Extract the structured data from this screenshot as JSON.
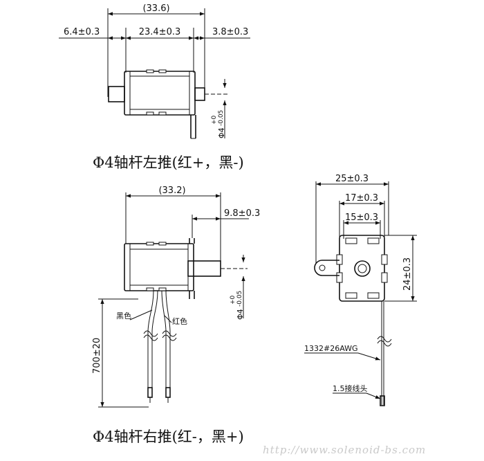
{
  "view1": {
    "overall": "(33.6)",
    "left": "6.4±0.3",
    "middle": "23.4±0.3",
    "right": "3.8±0.3",
    "dia": "Φ4",
    "tol_plus": "+0",
    "tol_minus": "-0.05",
    "caption": "Φ4轴杆左推(红+，黑-)"
  },
  "view2": {
    "overall": "(33.2)",
    "right": "9.8±0.3",
    "dia": "Φ4",
    "tol_plus": "+0",
    "tol_minus": "-0.05",
    "black_wire": "黑色",
    "red_wire": "红色",
    "length": "700±20",
    "caption": "Φ4轴杆右推(红-，黑+)"
  },
  "view3": {
    "width25": "25±0.3",
    "width17": "17±0.3",
    "width15": "15±0.3",
    "height": "24±0.3",
    "wire_spec": "1332#26AWG",
    "terminal": "1.5接线头"
  },
  "watermark": "http://www.solenoid-bs.com"
}
